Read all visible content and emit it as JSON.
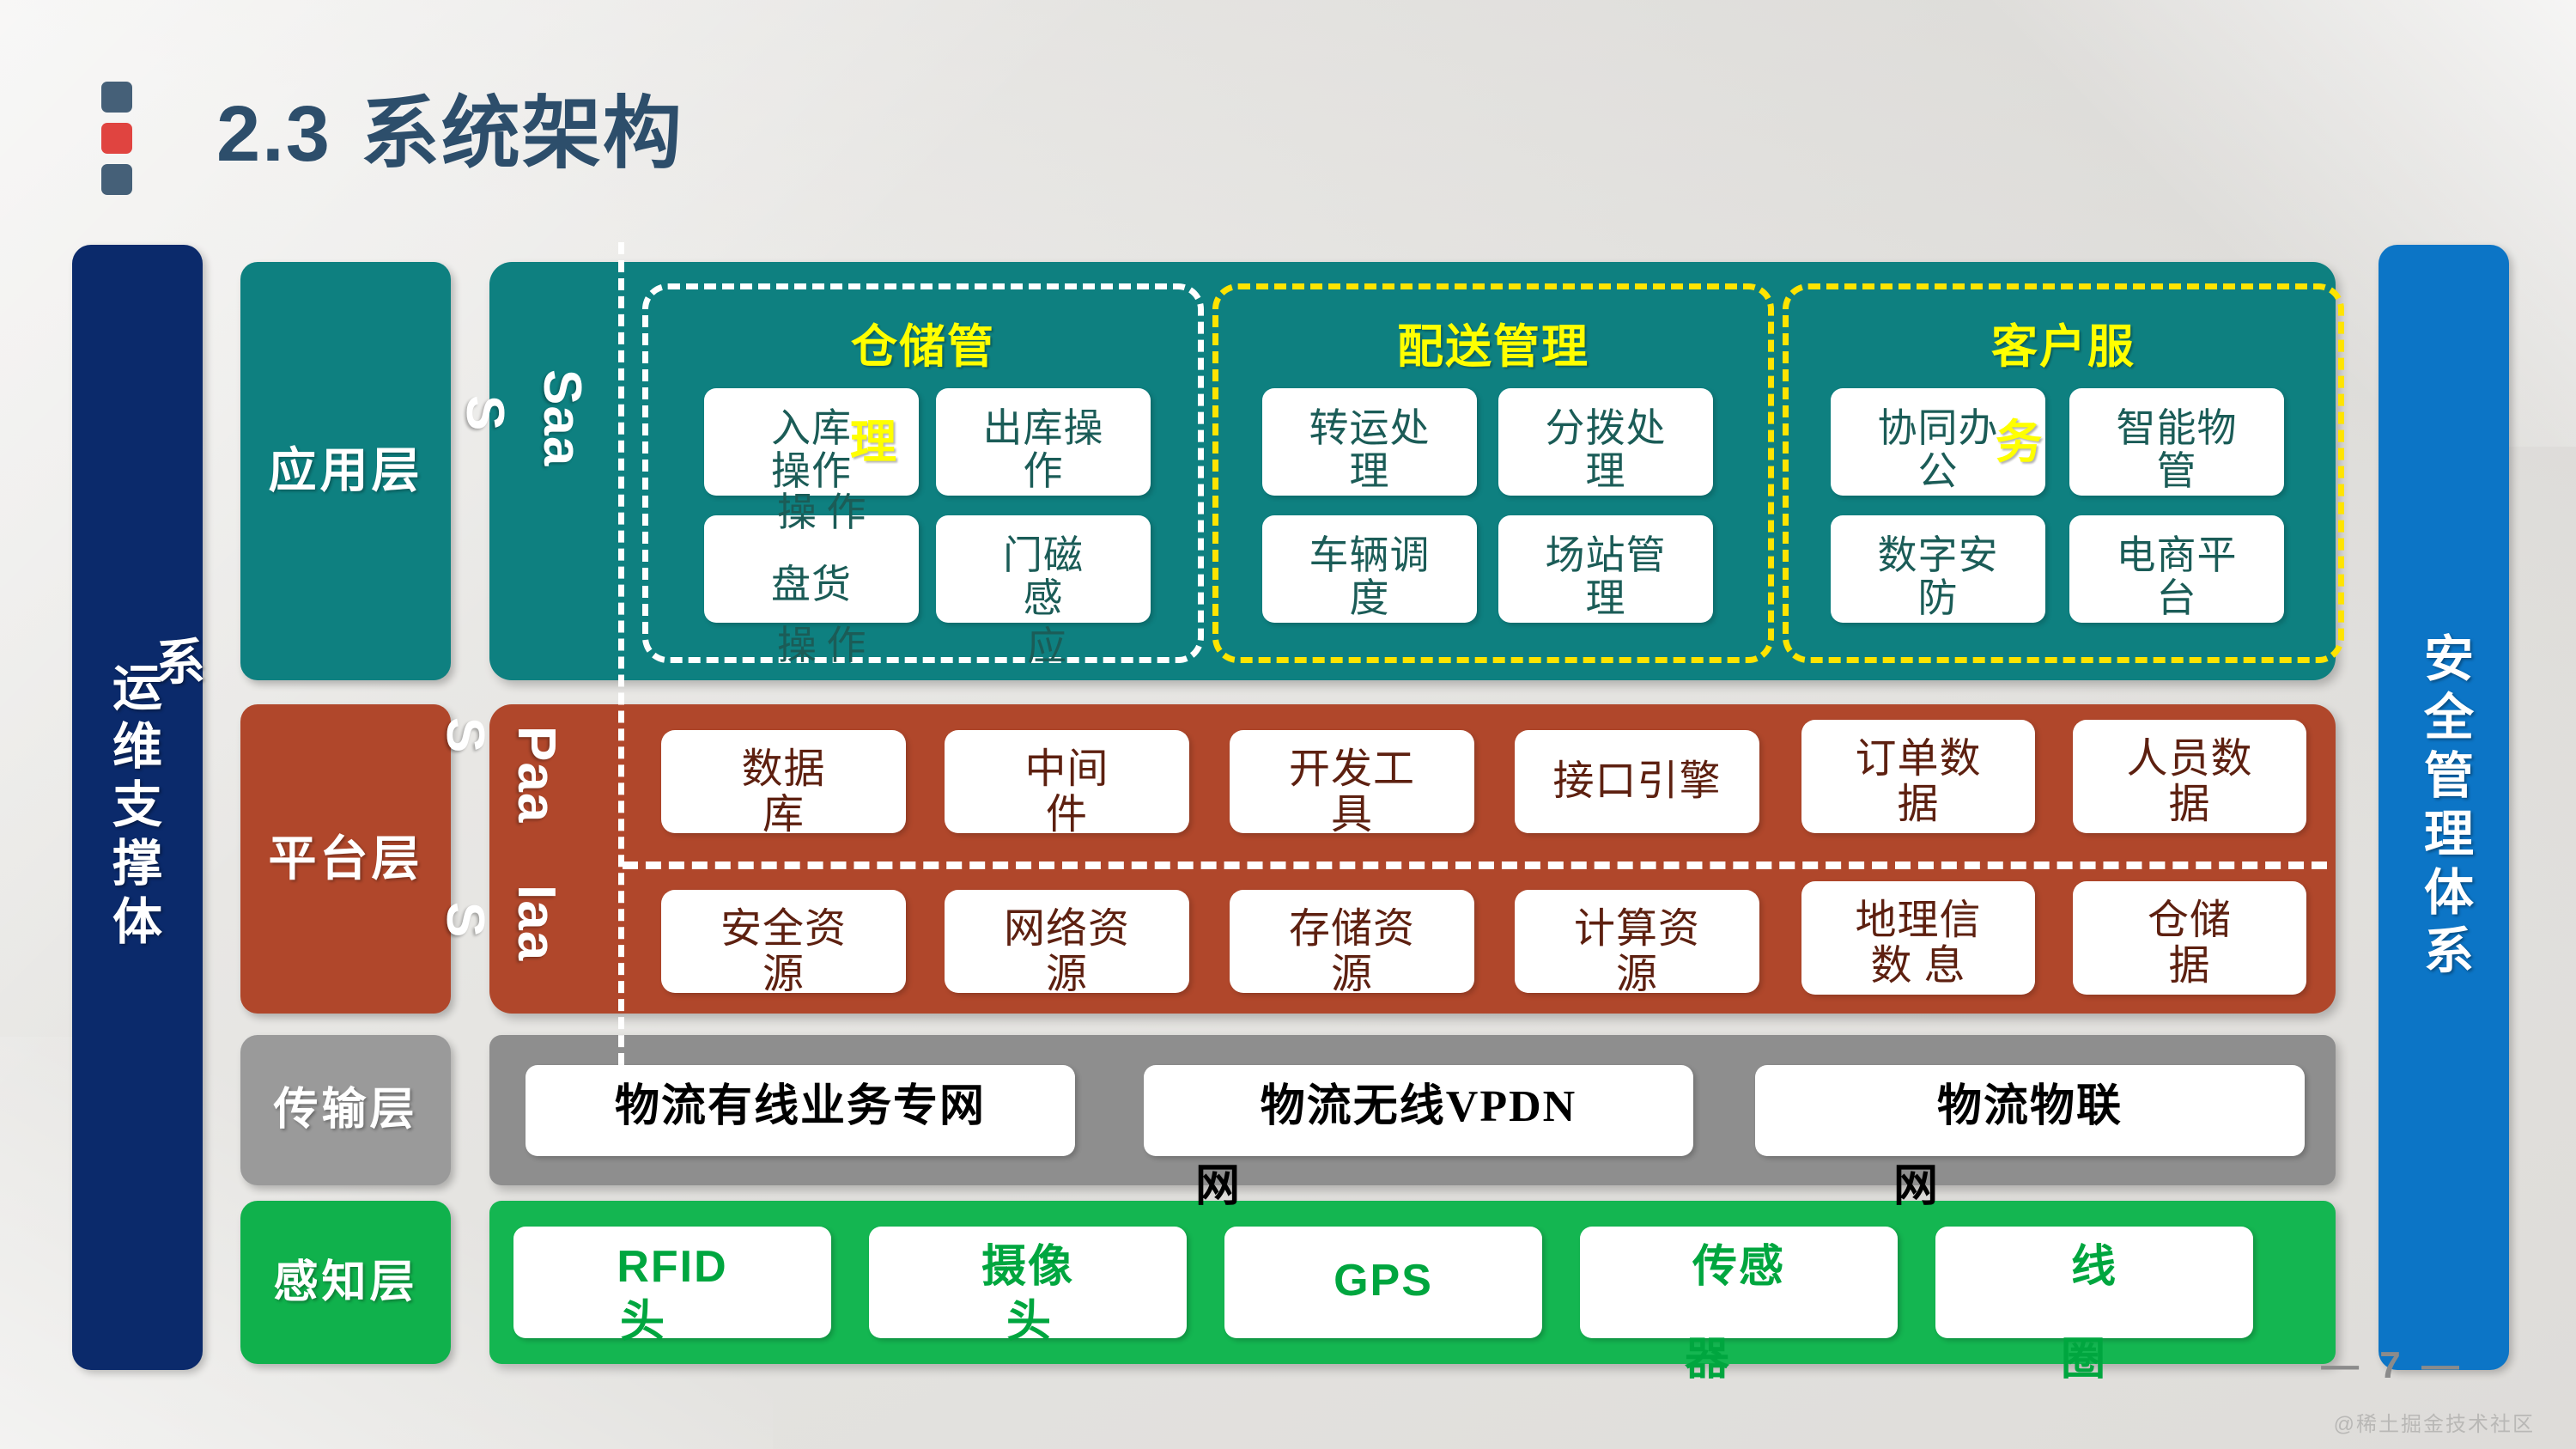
{
  "slide": {
    "title_number": "2.3",
    "title_text": "系统架构",
    "page_number": "— 7 —",
    "watermark": "@稀土掘金技术社区"
  },
  "rails": {
    "left": {
      "label": "运维支撑体",
      "overlap_char": "系"
    },
    "right": {
      "label": "安全管理体系"
    }
  },
  "layers": [
    {
      "key": "application",
      "chip": "应用层",
      "color": "#0e8080"
    },
    {
      "key": "platform",
      "chip": "平台层",
      "color": "#b0472b"
    },
    {
      "key": "transmission",
      "chip": "传输层",
      "color": "#9a9a9a"
    },
    {
      "key": "perception",
      "chip": "感知层",
      "color": "#10b14c"
    }
  ],
  "service_models": {
    "saas": {
      "head": "Saa",
      "tail": "S"
    },
    "paas": {
      "head": "Paa",
      "tail": "S"
    },
    "iaas": {
      "head": "Iaa",
      "tail": "S"
    }
  },
  "application_groups": [
    {
      "title": "仓储管",
      "title_overflow": "理",
      "border_color": "#ffffff",
      "tiles": [
        {
          "line1": "入库",
          "line2": "操作",
          "overflow": "操 作"
        },
        {
          "line1": "出库操",
          "line2": "作",
          "overflow": ""
        },
        {
          "line1": "盘货",
          "line2": "",
          "overflow": "操 作"
        },
        {
          "line1": "门磁",
          "line2": "感",
          "overflow": "应"
        }
      ]
    },
    {
      "title": "配送管理",
      "title_overflow": "",
      "border_color": "#ffe400",
      "tiles": [
        {
          "line1": "转运处",
          "line2": "理",
          "overflow": ""
        },
        {
          "line1": "分拨处",
          "line2": "理",
          "overflow": ""
        },
        {
          "line1": "车辆调",
          "line2": "度",
          "overflow": ""
        },
        {
          "line1": "场站管",
          "line2": "理",
          "overflow": ""
        }
      ]
    },
    {
      "title": "客户服",
      "title_overflow": "务",
      "border_color": "#ffe400",
      "tiles": [
        {
          "line1": "协同办",
          "line2": "公",
          "overflow": ""
        },
        {
          "line1": "智能物",
          "line2": "管",
          "overflow": ""
        },
        {
          "line1": "数字安",
          "line2": "防",
          "overflow": ""
        },
        {
          "line1": "电商平",
          "line2": "台",
          "overflow": ""
        }
      ]
    }
  ],
  "platform_paas": [
    {
      "line1": "数据",
      "line2": "库",
      "overflow": ""
    },
    {
      "line1": "中间",
      "line2": "件",
      "overflow": ""
    },
    {
      "line1": "开发工",
      "line2": "具",
      "overflow": ""
    },
    {
      "line1": "接口引擎",
      "line2": "",
      "overflow": ""
    },
    {
      "line1": "订单数",
      "line2": "据",
      "overflow": ""
    },
    {
      "line1": "人员数",
      "line2": "据",
      "overflow": ""
    }
  ],
  "platform_iaas": [
    {
      "line1": "安全资",
      "line2": "源",
      "overflow": ""
    },
    {
      "line1": "网络资",
      "line2": "源",
      "overflow": ""
    },
    {
      "line1": "存储资",
      "line2": "源",
      "overflow": ""
    },
    {
      "line1": "计算资",
      "line2": "源",
      "overflow": ""
    },
    {
      "line1": "地理信",
      "line2": "数  息",
      "overflow": ""
    },
    {
      "line1": "仓储",
      "line2": "据",
      "overflow": ""
    }
  ],
  "transmission_items": [
    {
      "label": "物流有线业务专网",
      "overflow": ""
    },
    {
      "label": "物流无线VPDN",
      "overflow": "网"
    },
    {
      "label": "物流物联",
      "overflow": "网"
    }
  ],
  "perception_items": [
    {
      "label": "RFID",
      "overflow": "头"
    },
    {
      "label": "摄像",
      "overflow": "头"
    },
    {
      "label": "GPS",
      "overflow": ""
    },
    {
      "label": "传感",
      "overflow": "器"
    },
    {
      "label": "线",
      "overflow": "圈"
    }
  ],
  "colors": {
    "application": "#0e8080",
    "platform": "#b0472b",
    "transmission": "#8e8e8e",
    "perception": "#14b651",
    "rail_left": "#0b2a6b",
    "rail_right": "#0c75c6",
    "group_title": "#ffff00",
    "title_text": "#2d4e6b"
  }
}
